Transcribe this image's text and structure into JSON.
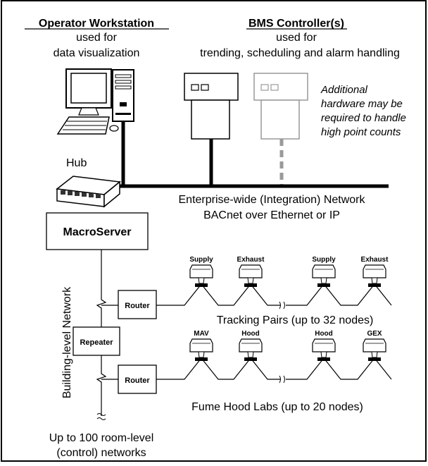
{
  "header": {
    "operator": {
      "title": "Operator Workstation",
      "line1": "used for",
      "line2": "data visualization"
    },
    "bms": {
      "title": "BMS Controller(s)",
      "line1": "used for",
      "line2": "trending, scheduling and alarm handling"
    },
    "note": {
      "line1": "Additional",
      "line2": "hardware may be",
      "line3": "required to handle",
      "line4": "high point counts"
    }
  },
  "hub": {
    "label": "Hub"
  },
  "enterprise": {
    "line1": "Enterprise-wide (Integration) Network",
    "line2": "BACnet over Ethernet or IP"
  },
  "macroserver": {
    "label": "MacroServer"
  },
  "building_network": {
    "label": "Building-level Network"
  },
  "router1": {
    "label": "Router"
  },
  "router2": {
    "label": "Router"
  },
  "repeater": {
    "label": "Repeater"
  },
  "tracking": {
    "caption": "Tracking Pairs (up to 32 nodes)",
    "nodes": [
      "Supply",
      "Exhaust",
      "Supply",
      "Exhaust"
    ]
  },
  "fume": {
    "caption": "Fume Hood Labs (up to 20 nodes)",
    "nodes": [
      "MAV",
      "Hood",
      "Hood",
      "GEX"
    ]
  },
  "footer": {
    "line1": "Up to 100 room-level",
    "line2": "(control) networks"
  }
}
